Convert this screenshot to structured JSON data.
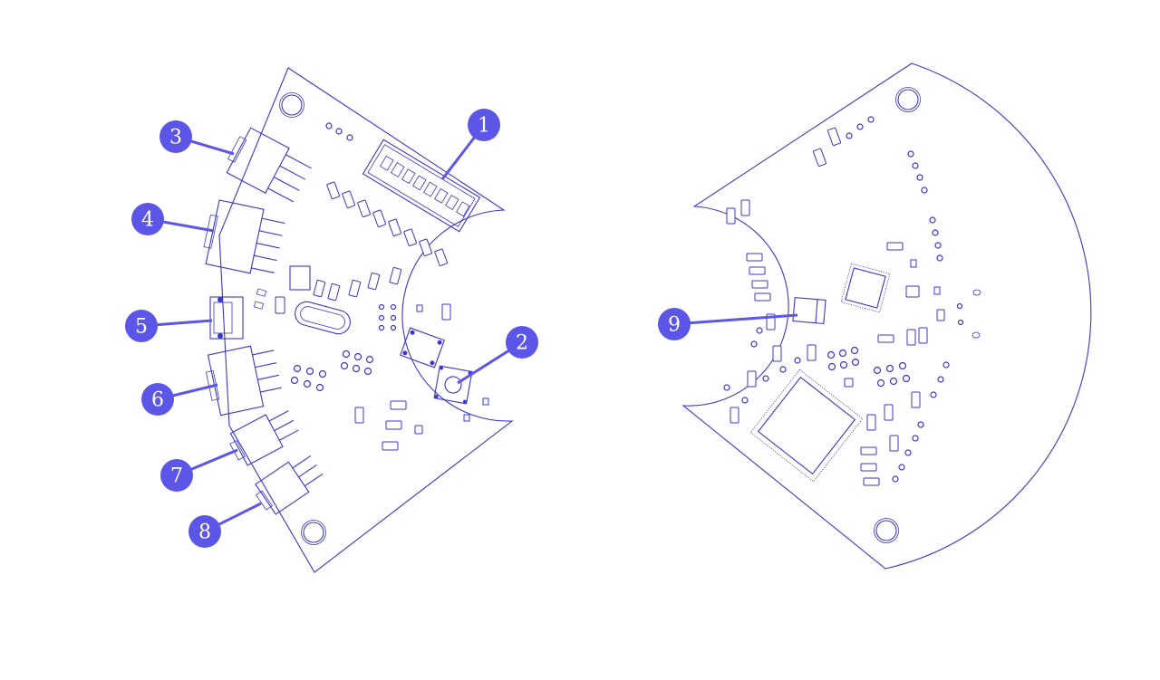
{
  "colors": {
    "outline": "#3b35d6",
    "callout": "#5b56e8",
    "callout_text": "#ffffff",
    "background": "#ffffff"
  },
  "callouts": [
    {
      "label": "1",
      "target": "dip-switch"
    },
    {
      "label": "2",
      "target": "push-button"
    },
    {
      "label": "3",
      "target": "connector-top"
    },
    {
      "label": "4",
      "target": "connector-large"
    },
    {
      "label": "5",
      "target": "usb-connector"
    },
    {
      "label": "6",
      "target": "connector-middle"
    },
    {
      "label": "7",
      "target": "connector-small-a"
    },
    {
      "label": "8",
      "target": "connector-small-b"
    },
    {
      "label": "9",
      "target": "back-component"
    }
  ]
}
